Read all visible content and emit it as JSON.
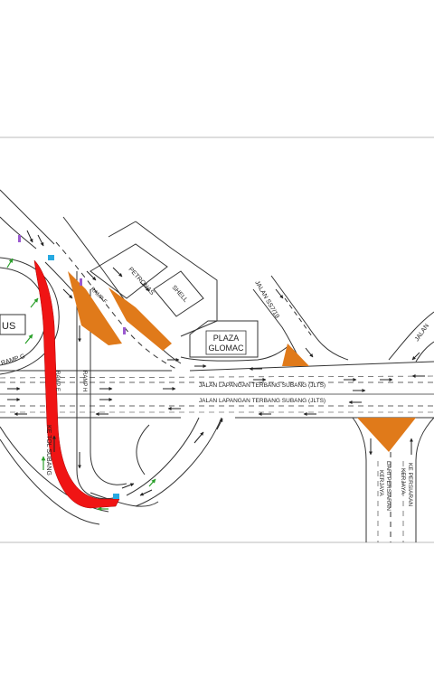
{
  "map": {
    "colors": {
      "road_line": "#333333",
      "frame": "#bbbbbb",
      "ramp_e_fill": "#f01414",
      "island_fill": "#e07a1a",
      "marker_blue": "#27a9e1",
      "marker_purple": "#9b59d0",
      "arrow_green": "#2aa02a"
    },
    "labels": {
      "petronas": "PETRONAS",
      "shell": "SHELL",
      "plaza_glomac_line1": "PLAZA",
      "plaza_glomac_line2": "GLOMAC",
      "jalan_ss719": "JALAN SS7/19",
      "jalan_right": "JALAN",
      "jlts_upper": "JALAN LAPANGAN TERBANG SUBANG (JLTS)",
      "jlts_lower": "JALAN LAPANGAN TERBANG SUBANG (JLTS)",
      "ramp_e": "RAMP E",
      "ramp_h": "RAMP H",
      "ramp_f": "RAMP F",
      "ramp_g": "RAMP G",
      "us_box": "US",
      "ke_tol_subang": "KE TOL SUBANG",
      "dari_persiaran_kerjaya_1": "DARI PERSIARAN",
      "dari_persiaran_kerjaya_2": "KERJAYA",
      "ke_persiaran_kerjaya_1": "KE PERSIARAN",
      "ke_persiaran_kerjaya_2": "KERJAYA"
    }
  }
}
